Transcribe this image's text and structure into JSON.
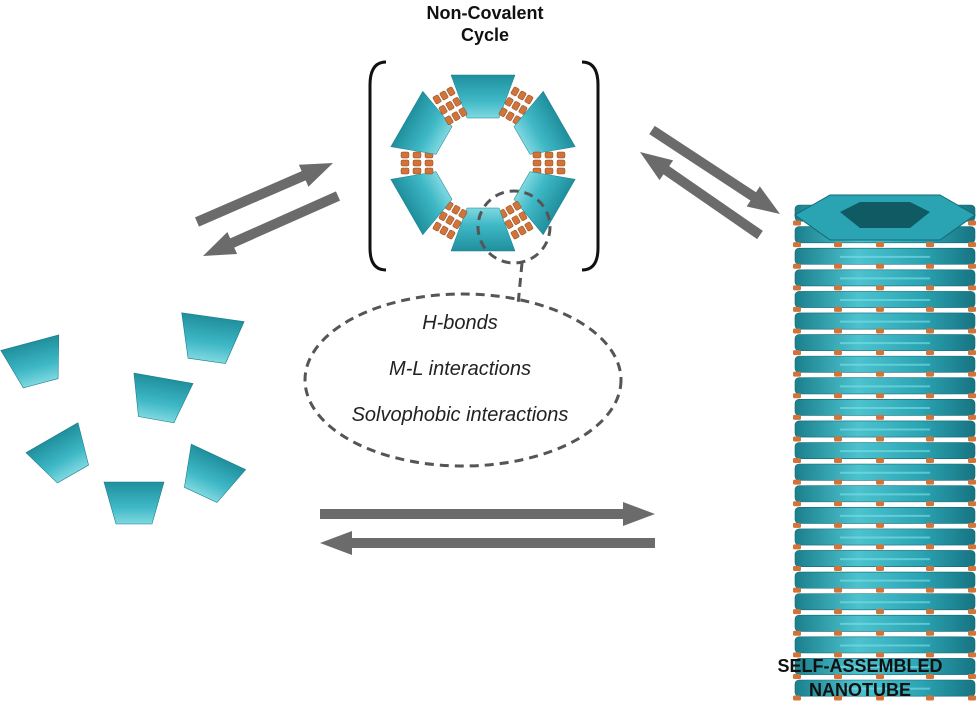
{
  "cycle_title": "Non-Covalent\nCycle",
  "cycle_title_lines": [
    "Non-Covalent",
    "Cycle"
  ],
  "interactions": [
    "H-bonds",
    "M-L interactions",
    "Solvophobic interactions"
  ],
  "nanotube_label_lines": [
    "SELF-ASSEMBLED",
    "NANOTUBE"
  ],
  "colors": {
    "monomer": "#2aa3b2",
    "monomer_light": "#6fd2dc",
    "linker": "#d2733a",
    "arrow": "#6b6b6b",
    "dashed": "#555555"
  },
  "icons": [
    "equilibrium-arrows",
    "trapezoid-monomer",
    "hexagonal-cycle",
    "nanotube-stack",
    "magnifier-circle"
  ]
}
